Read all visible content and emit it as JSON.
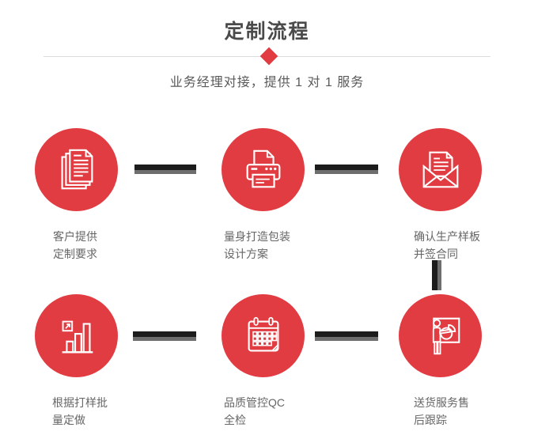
{
  "page": {
    "title": "定制流程",
    "subtitle": "业务经理对接，提供 1 对 1 服务",
    "accent_red": "#e23c43",
    "connector_black": "#1c1c1c",
    "connector_gray": "#6e6e6e",
    "background": "#ffffff"
  },
  "steps": [
    {
      "icon": "documents-icon",
      "line1": "客户提供",
      "line2": "定制要求"
    },
    {
      "icon": "printer-icon",
      "line1": "量身打造包装",
      "line2": "设计方案"
    },
    {
      "icon": "envelope-icon",
      "line1": "确认生产样板",
      "line2": "并签合同"
    },
    {
      "icon": "bar-chart-icon",
      "line1": "根据打样批",
      "line2": "量定做"
    },
    {
      "icon": "calendar-icon",
      "line1": "品质管控QC",
      "line2": "全检"
    },
    {
      "icon": "presentation-icon",
      "line1": "送货服务售",
      "line2": "后跟踪"
    }
  ]
}
